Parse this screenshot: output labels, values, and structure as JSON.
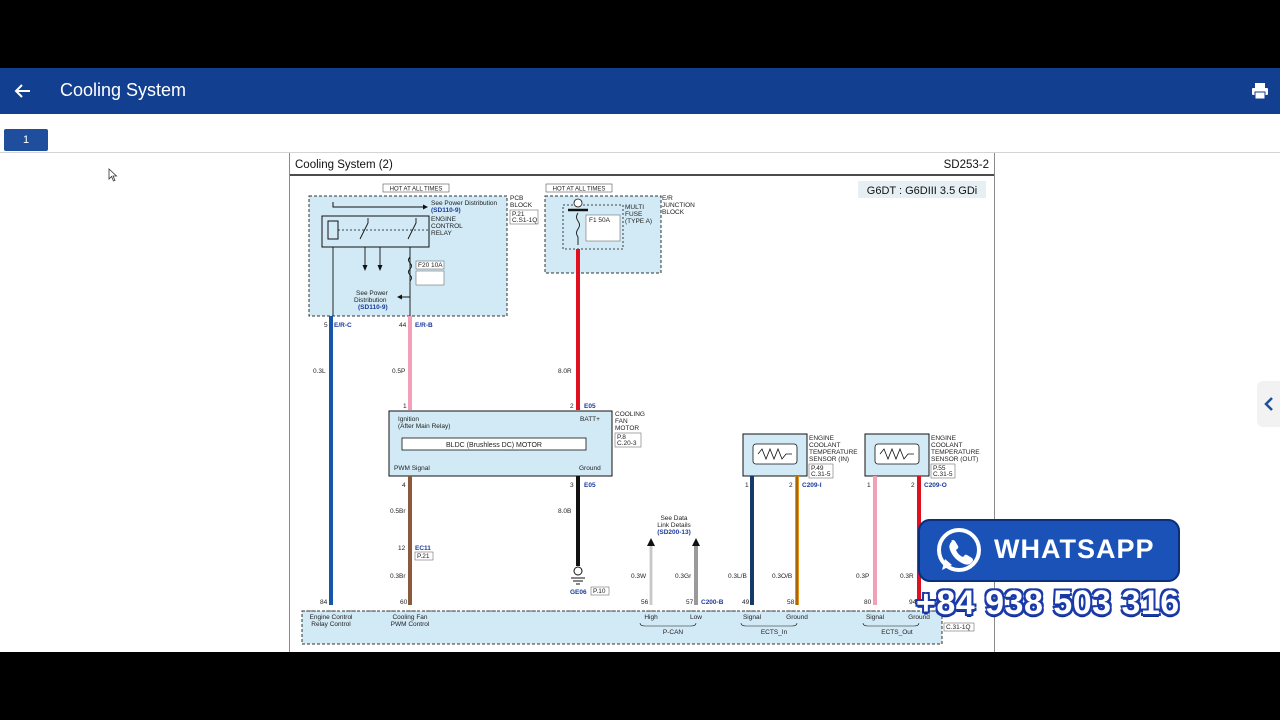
{
  "app": {
    "title": "Cooling System",
    "back_icon": "arrow-left-icon",
    "print_icon": "printer-icon"
  },
  "tabs": [
    {
      "label": "1"
    }
  ],
  "diagram": {
    "title": "Cooling System (2)",
    "code": "SD253-2",
    "engine_badge": "G6DT : G6DIII 3.5 GDi",
    "hot_label_1": "HOT AT ALL TIMES",
    "hot_label_2": "HOT AT ALL TIMES",
    "pcb_block": [
      "PCB",
      "BLOCK"
    ],
    "pcb_ref": [
      "P.21",
      "C.S1-1Q"
    ],
    "see_power_top": "See Power Distribution",
    "see_power_top_ref": "(SD110-9)",
    "ecr_label": [
      "ENGINE",
      "CONTROL",
      "RELAY"
    ],
    "fuse_pcb": "F20 10A",
    "see_power_bottom": [
      "See Power",
      "Distribution"
    ],
    "see_power_bottom_ref": "(SD110-9)",
    "junction_block": [
      "E/R",
      "JUNCTION",
      "BLOCK"
    ],
    "multi_fuse": [
      "MULTI",
      "FUSE",
      "(TYPE A)"
    ],
    "fuse_jb": "F1 50A",
    "left_pin_num": "5",
    "left_pin_conn": "E/R-C",
    "mid_pin_num": "44",
    "mid_pin_conn": "E/R-B",
    "wire_left": "0.3L",
    "wire_mid": "0.5P",
    "wire_red": "8.0R",
    "motor_pin1": "1",
    "motor_pin2": "2",
    "motor_conn_top": "E05",
    "motor_ignition": "Ignition",
    "motor_after": "(After Main Relay)",
    "motor_batt": "BATT+",
    "motor_name": "BLDC (Brushless DC) MOTOR",
    "motor_pwm": "PWM Signal",
    "motor_ground": "Ground",
    "motor_pin4": "4",
    "motor_pin3": "3",
    "motor_conn_bot": "E05",
    "motor_label": [
      "COOLING",
      "FAN",
      "MOTOR"
    ],
    "motor_ref": [
      "P.8",
      "C.20-3"
    ],
    "wire_brown": "0.5Br",
    "wire_black": "8.0B",
    "ec11_pin": "12",
    "ec11_conn": "EC11",
    "ec11_ref": "P.21",
    "wire_brown2": "0.3Br",
    "ground_conn": "GE06",
    "ground_ref": "P.10",
    "data_link": [
      "See Data",
      "Link Details"
    ],
    "data_link_ref": "(SD200-13)",
    "wire_white": "0.3W",
    "wire_gray": "0.3Gr",
    "ects_in_label": [
      "ENGINE",
      "COOLANT",
      "TEMPERATURE",
      "SENSOR (IN)"
    ],
    "ects_in_ref": [
      "P.49",
      "C.31-5"
    ],
    "ects_out_label": [
      "ENGINE",
      "COOLANT",
      "TEMPERATURE",
      "SENSOR (OUT)"
    ],
    "ects_out_ref": [
      "P.55",
      "C.31-5"
    ],
    "ects_in_conn": "C209-I",
    "ects_out_conn": "C209-O",
    "wire_ects_in_1": "0.3L/B",
    "wire_ects_in_2": "0.3O/B",
    "wire_ects_out_1": "0.3P",
    "wire_ects_out_2": "0.3R",
    "pin_1": "1",
    "pin_2": "2",
    "ecm_pins": [
      "84",
      "60",
      "56",
      "57",
      "49",
      "58",
      "80",
      "94"
    ],
    "c200_conn": "C200-B",
    "ecm_labels": {
      "relay": [
        "Engine Control",
        "Relay Control"
      ],
      "fan": [
        "Cooling Fan",
        "PWM Control"
      ],
      "high": "High",
      "low": "Low",
      "pcan": "P-CAN",
      "signal": "Signal",
      "ground": "Ground",
      "ects_in": "ECTS_In",
      "ects_out": "ECTS_Out"
    },
    "ecm_ref": "C.31-1Q"
  },
  "promo": {
    "label": "WHATSAPP",
    "phone": "+84 938 503 316",
    "icon": "whatsapp-icon"
  },
  "side_tab_icon": "chevron-left-icon",
  "colors": {
    "appbar": "#123f8f",
    "wire_blue": "#1656a8",
    "wire_pink": "#f2a0b8",
    "wire_red": "#e01020",
    "wire_brown": "#8b5a3c",
    "wire_black": "#111111",
    "wire_gray": "#9a9a9a",
    "wire_orange": "#e89418",
    "block_fill": "#d2eaf6"
  }
}
